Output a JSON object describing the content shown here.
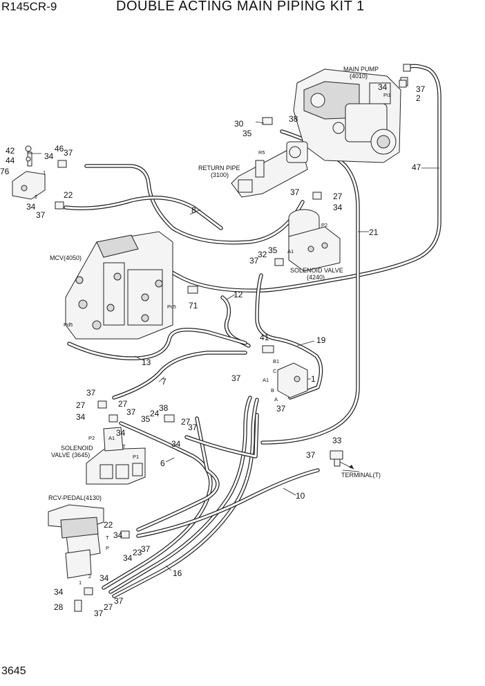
{
  "header": {
    "model": "R145CR-9",
    "title": "DOUBLE ACTING MAIN PIPING KIT 1"
  },
  "footer": {
    "page_number": "3645"
  },
  "components": {
    "main_pump": [
      "MAIN PUMP",
      "(4010)"
    ],
    "return_pipe": [
      "RETURN PIPE",
      "(3100)"
    ],
    "solenoid_valve_4240": [
      "SOLENOID VALVE",
      "(4240)"
    ],
    "mcv": "MCV(4050)",
    "solenoid_valve_3645": [
      "SOLENOID",
      "VALVE (3645)"
    ],
    "rcv_pedal": "RCV-PEDAL(4130)",
    "terminal": "TERMINAL(T)"
  },
  "callouts": {
    "c42": "42",
    "c44": "44",
    "c76": "76",
    "c34_tl": "34",
    "c46": "46",
    "c37_tl": "37",
    "c22_tl": "22",
    "c34_tl2": "34",
    "c37_tl2": "37",
    "c8": "8",
    "c30": "30",
    "c35_top": "35",
    "c38_top": "38",
    "c34_pump": "34",
    "c37_pump": "37",
    "c2": "2",
    "c47": "47",
    "c37_sv": "37",
    "c27_sv": "27",
    "c34_sv": "34",
    "c21": "21",
    "c32": "32",
    "c35_sv": "35",
    "c37_sv2": "37",
    "c71": "71",
    "c12": "12",
    "c41": "41",
    "c19": "19",
    "c13": "13",
    "c37_b1": "37",
    "c1": "1",
    "c37_a": "37",
    "c37_left": "37",
    "c7": "7",
    "c27_l": "27",
    "c27_l2": "27",
    "c37_l": "37",
    "c34_l": "34",
    "c38_mid": "38",
    "c24": "24",
    "c35_mid": "35",
    "c27_mid": "27",
    "c37_mid": "37",
    "c34_mid": "34",
    "c34_mid2": "34",
    "c6": "6",
    "c33": "33",
    "c37_term": "37",
    "c10": "10",
    "c22_rcv": "22",
    "c34_rcv": "34",
    "c23": "23",
    "c37_rcv": "37",
    "c16": "16",
    "c34_rcv2": "34",
    "c34_bot": "34",
    "c28": "28",
    "c37_bot": "37",
    "c27_bot": "27",
    "c37_bot2": "37"
  },
  "port_labels": {
    "p1": "1",
    "p2": "2",
    "pi1": "Pi1",
    "r5": "R5",
    "p2_sv": "P2",
    "a1_sv": "A1",
    "pc5": "Pc5",
    "pd5": "Pd5",
    "b1": "B1",
    "c": "C",
    "a1": "A1",
    "b": "B",
    "a": "A",
    "p2_l": "P2",
    "a1_l": "A1",
    "t_l": "T",
    "p1_l": "P1",
    "t_rcv": "T",
    "p_rcv": "P",
    "r1": "1",
    "r2": "2"
  }
}
